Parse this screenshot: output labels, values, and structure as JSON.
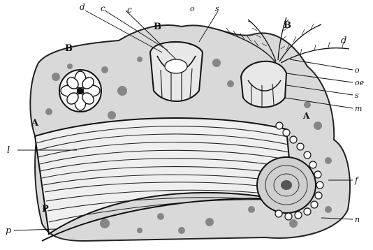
{
  "figure": {
    "labels": {
      "d_top": "d",
      "c_top1": "c",
      "c_top2": "c",
      "B_left_top": "B",
      "o_top": "o",
      "s_top": "s",
      "B_top_right": "B",
      "d_right": "d",
      "B_left": "B",
      "o_right": "o",
      "oe_right": "oe",
      "s_right": "s",
      "m_right": "m",
      "A_right": "A",
      "A_left": "A",
      "l_left": "l",
      "f_right": "f",
      "P_left": "P",
      "p_left": "p",
      "n_right": "n"
    }
  }
}
